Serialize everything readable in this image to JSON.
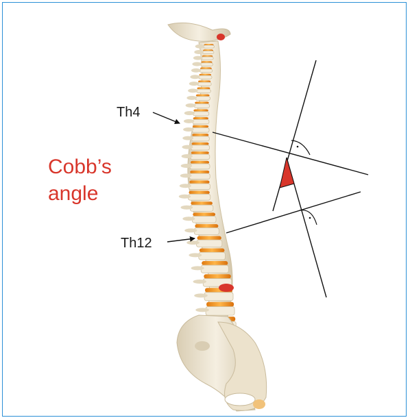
{
  "figure": {
    "title_line1": "Cobb’s",
    "title_line2": "angle",
    "upper_vertebra_label": "Th4",
    "lower_vertebra_label": "Th12",
    "colors": {
      "frame": "#2a8fd6",
      "title": "#d8362b",
      "angle_fill": "#d8362b",
      "bone": "#efe6d2",
      "disc": "#f39a1e",
      "lines": "#111111"
    }
  }
}
